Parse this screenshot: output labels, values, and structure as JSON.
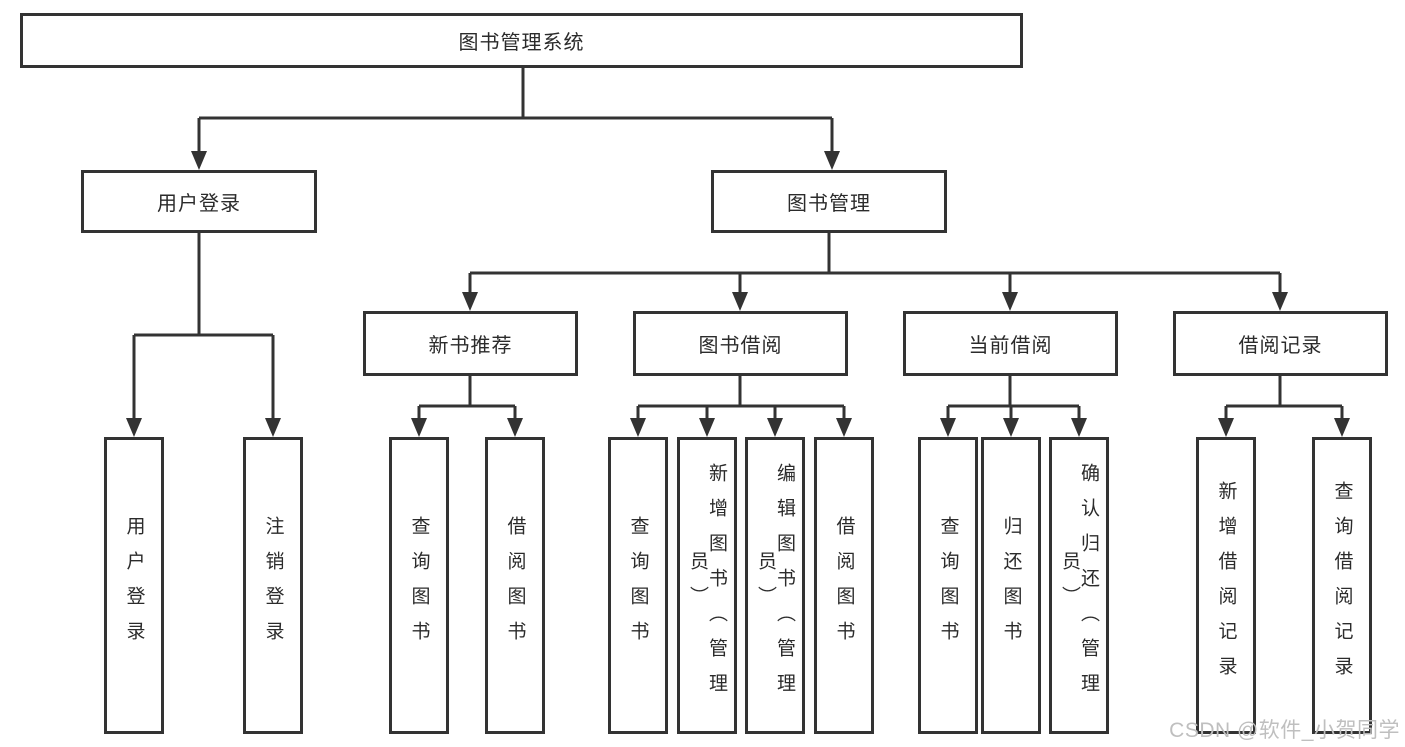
{
  "diagram": {
    "root": "图书管理系统",
    "branches": [
      {
        "label": "用户登录",
        "children": [
          "用户登录",
          "注销登录"
        ]
      },
      {
        "label": "图书管理",
        "sections": [
          {
            "label": "新书推荐",
            "children": [
              "查询图书",
              "借阅图书"
            ]
          },
          {
            "label": "图书借阅",
            "children": [
              "查询图书",
              "新增图书（管理员）",
              "编辑图书（管理员）",
              "借阅图书"
            ]
          },
          {
            "label": "当前借阅",
            "children": [
              "查询图书",
              "归还图书",
              "确认归还（管理员）"
            ]
          },
          {
            "label": "借阅记录",
            "children": [
              "新增借阅记录",
              "查询借阅记录"
            ]
          }
        ]
      }
    ]
  },
  "watermark": "CSDN @软件_小贺同学",
  "colors": {
    "line": "#333333",
    "text": "#2b2b2b",
    "watermark": "#bfbfbf",
    "background": "#ffffff"
  }
}
